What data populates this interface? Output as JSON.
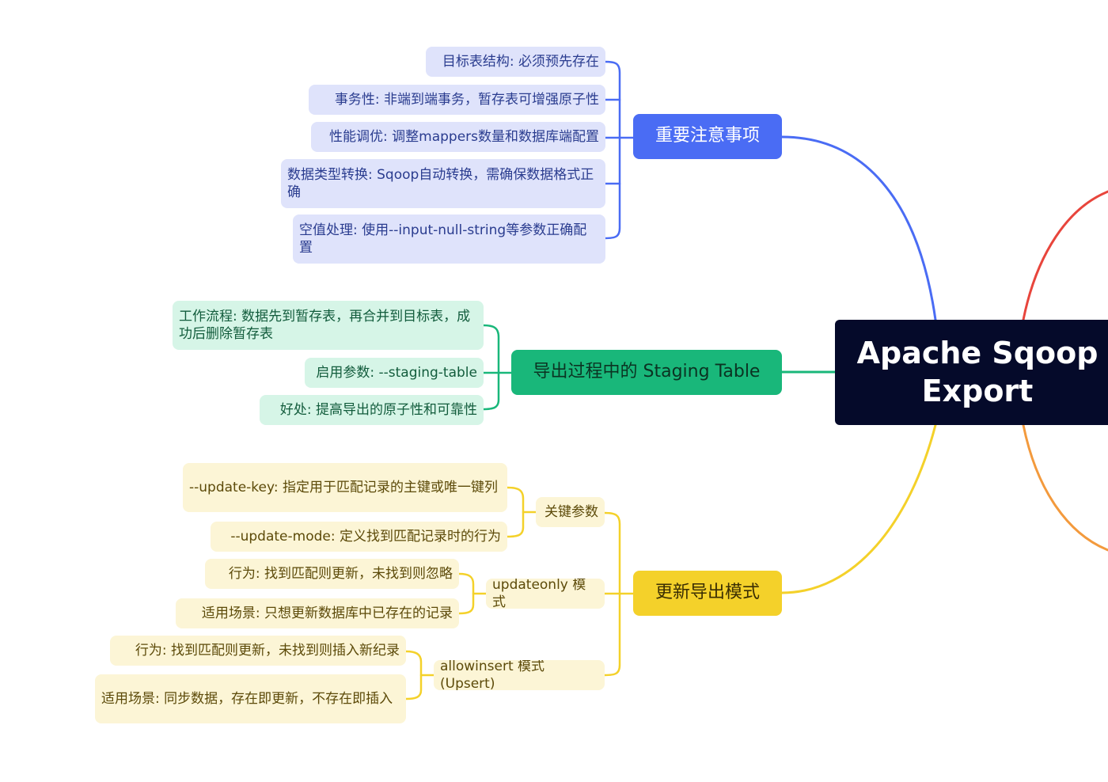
{
  "root": {
    "title": "Apache Sqoop Export"
  },
  "branches": {
    "notes": {
      "label": "重要注意事项",
      "items": [
        "目标表结构: 必须预先存在",
        "事务性: 非端到端事务，暂存表可增强原子性",
        "性能调优: 调整mappers数量和数据库端配置",
        "数据类型转换: Sqoop自动转换，需确保数据格式正确",
        "空值处理: 使用--input-null-string等参数正确配置"
      ]
    },
    "staging": {
      "label": "导出过程中的 Staging Table",
      "items": [
        "工作流程: 数据先到暂存表，再合并到目标表，成功后删除暂存表",
        "启用参数: --staging-table",
        "好处: 提高导出的原子性和可靠性"
      ]
    },
    "update": {
      "label": "更新导出模式",
      "groups": [
        {
          "label": "关键参数",
          "items": [
            "--update-key: 指定用于匹配记录的主键或唯一键列",
            "--update-mode: 定义找到匹配记录时的行为"
          ]
        },
        {
          "label": "updateonly 模式",
          "items": [
            "行为: 找到匹配则更新，未找到则忽略",
            "适用场景: 只想更新数据库中已存在的记录"
          ]
        },
        {
          "label": "allowinsert 模式 (Upsert)",
          "items": [
            "行为: 找到匹配则更新，未找到则插入新纪录",
            "适用场景: 同步数据，存在即更新，不存在即插入"
          ]
        }
      ]
    }
  },
  "colors": {
    "blue": "#4a6cf4",
    "green": "#19b77a",
    "yellow": "#f4d12a",
    "red": "#e8453c",
    "orange": "#f39a3d",
    "root_bg": "#050a2a"
  }
}
